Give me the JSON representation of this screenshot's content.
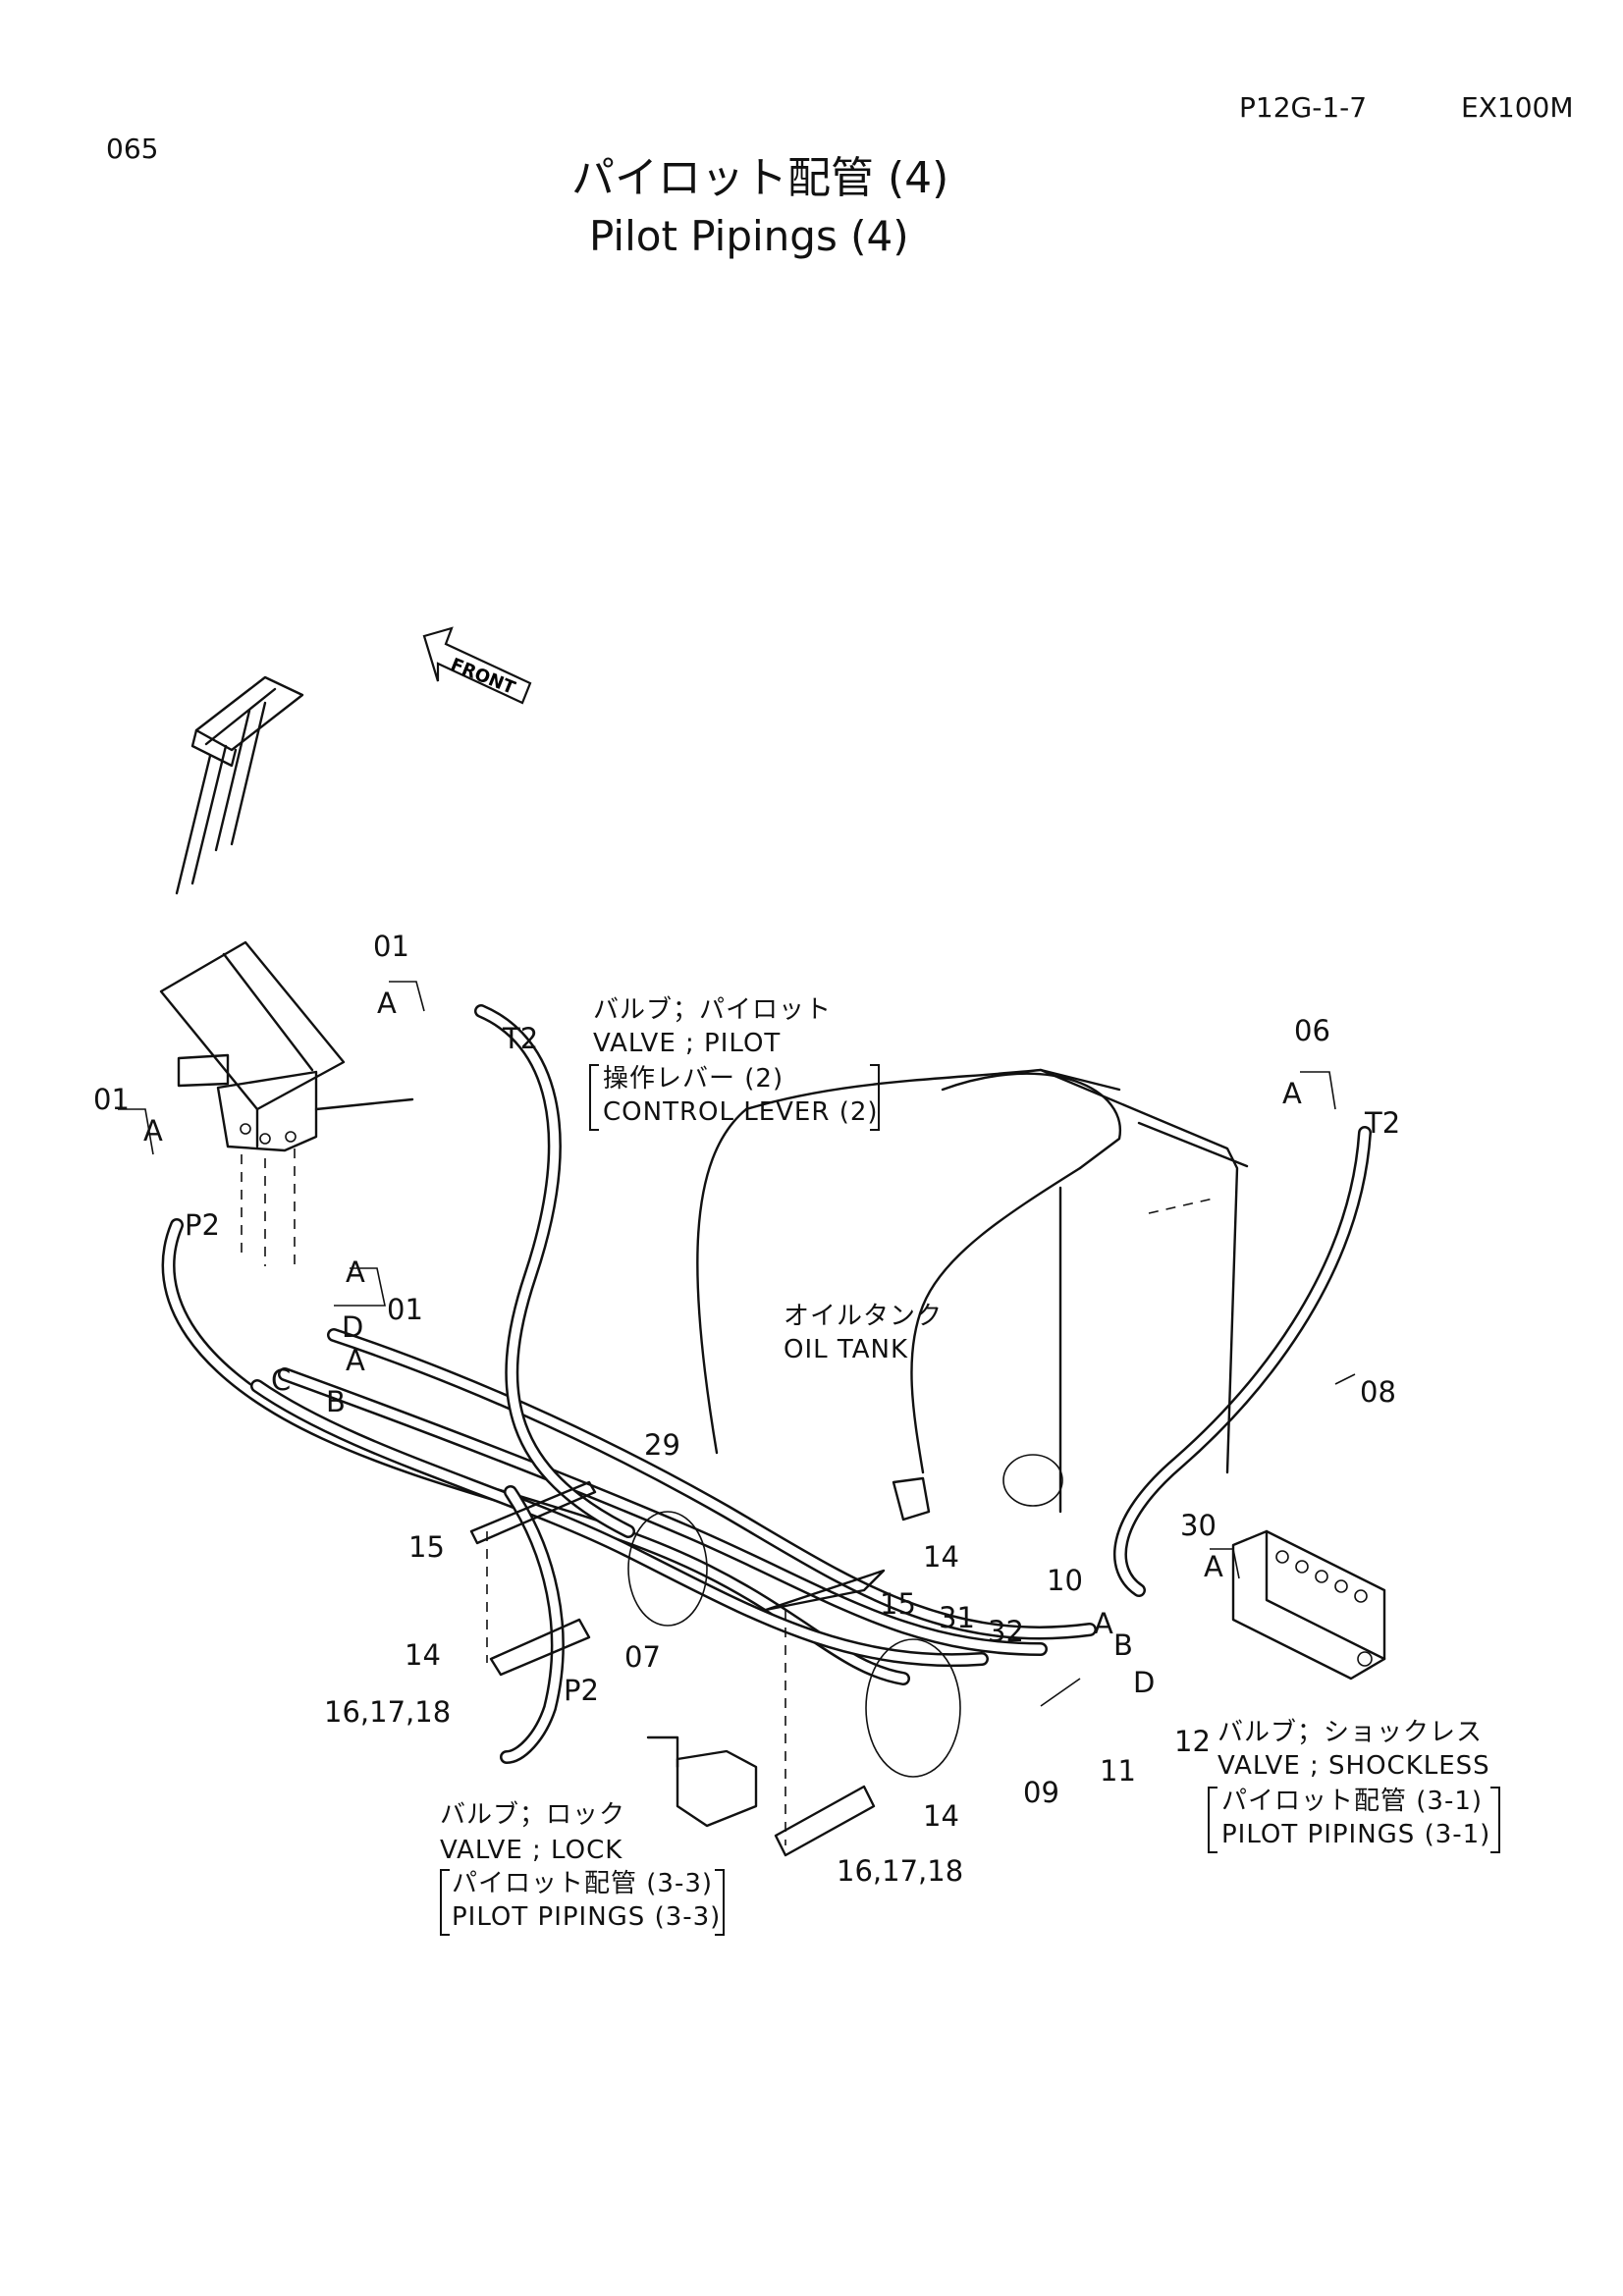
{
  "header": {
    "page_code": "P12G-1-7",
    "model": "EX100M",
    "page_number": "065"
  },
  "title": {
    "japanese": "パイロット配管 (4)",
    "english": "Pilot Pipings (4)"
  },
  "orientation_marker": "FRONT",
  "components": {
    "valve_pilot": {
      "ja": "バルブ；パイロット",
      "en": "VALVE ; PILOT",
      "ref_ja": "操作レバー (2)",
      "ref_en": "CONTROL LEVER (2)"
    },
    "oil_tank": {
      "ja": "オイルタンク",
      "en": "OIL TANK"
    },
    "valve_lock": {
      "ja": "バルブ；ロック",
      "en": "VALVE ; LOCK",
      "ref_ja": "パイロット配管 (3-3)",
      "ref_en": "PILOT PIPINGS (3-3)"
    },
    "valve_shockless": {
      "ja": "バルブ；ショックレス",
      "en": "VALVE ; SHOCKLESS",
      "ref_ja": "パイロット配管 (3-1)",
      "ref_en": "PILOT PIPINGS (3-1)"
    }
  },
  "callouts": {
    "p01a": "01",
    "p01b": "01",
    "p01c": "01",
    "p06": "06",
    "p07": "07",
    "p08": "08",
    "p09": "09",
    "p10": "10",
    "p11": "11",
    "p12": "12",
    "p14a": "14",
    "p14b": "14",
    "p14c": "14",
    "p15a": "15",
    "p15b": "15",
    "p161718a": "16,17,18",
    "p161718b": "16,17,18",
    "p29": "29",
    "p30": "30",
    "p31": "31",
    "p32": "32"
  },
  "port_labels": {
    "a1": "A",
    "a2": "A",
    "a3": "A",
    "a4": "A",
    "a5": "A",
    "a6": "A",
    "t2a": "T2",
    "t2b": "T2",
    "p2a": "P2",
    "p2b": "P2",
    "b1": "B",
    "b2": "B",
    "c1": "C",
    "d1": "D",
    "d2": "D"
  }
}
